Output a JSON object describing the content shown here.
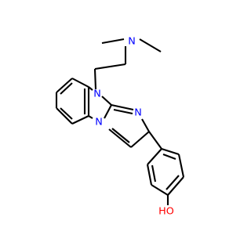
{
  "molecule": {
    "colors": {
      "bond": "#000000",
      "nitrogen": "#0000ff",
      "oxygen": "#ff0000",
      "background": "#ffffff"
    },
    "atoms": [
      {
        "id": "n_amine",
        "label": "N",
        "element": "N"
      },
      {
        "id": "n_ring_9",
        "label": "N",
        "element": "N"
      },
      {
        "id": "n_ring_imine",
        "label": "N",
        "element": "N"
      },
      {
        "id": "n_ring_bridge",
        "label": "N",
        "element": "N"
      },
      {
        "id": "o_hydroxyl",
        "label": "HO",
        "element": "O"
      }
    ]
  }
}
